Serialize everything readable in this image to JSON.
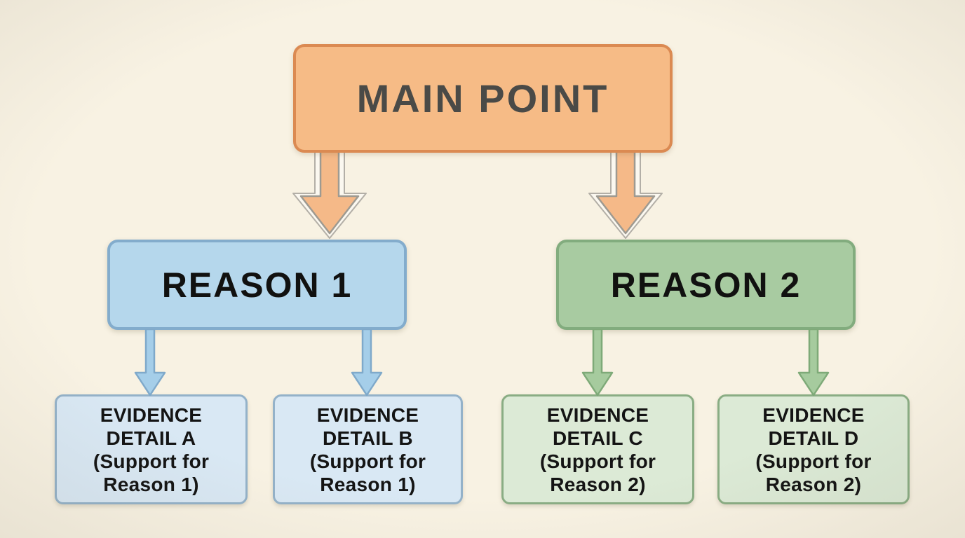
{
  "diagram": {
    "type": "argument-hierarchy",
    "main": {
      "label": "MAIN POINT"
    },
    "reasons": [
      {
        "id": "reason-1",
        "label": "REASON 1"
      },
      {
        "id": "reason-2",
        "label": "REASON 2"
      }
    ],
    "evidence": [
      {
        "id": "evidence-a",
        "title": "EVIDENCE DETAIL A",
        "support": "(Support for Reason 1)"
      },
      {
        "id": "evidence-b",
        "title": "EVIDENCE DETAIL B",
        "support": "(Support for Reason 1)"
      },
      {
        "id": "evidence-c",
        "title": "EVIDENCE DETAIL C",
        "support": "(Support for Reason 2)"
      },
      {
        "id": "evidence-d",
        "title": "EVIDENCE DETAIL D",
        "support": "(Support for Reason 2)"
      }
    ],
    "connectors": [
      {
        "icon": "down-arrow",
        "from": "MAIN POINT",
        "to": "REASON 1",
        "color": "#f5b988"
      },
      {
        "icon": "down-arrow",
        "from": "MAIN POINT",
        "to": "REASON 2",
        "color": "#f5b988"
      },
      {
        "icon": "down-arrow",
        "from": "REASON 1",
        "to": "EVIDENCE DETAIL A",
        "color": "#a5cee9"
      },
      {
        "icon": "down-arrow",
        "from": "REASON 1",
        "to": "EVIDENCE DETAIL B",
        "color": "#a5cee9"
      },
      {
        "icon": "down-arrow",
        "from": "REASON 2",
        "to": "EVIDENCE DETAIL C",
        "color": "#a6cb9e"
      },
      {
        "icon": "down-arrow",
        "from": "REASON 2",
        "to": "EVIDENCE DETAIL D",
        "color": "#a6cb9e"
      }
    ],
    "colors": {
      "background": "#f8f2e3",
      "main_fill": "#f6bb86",
      "main_border": "#db8a52",
      "main_text": "#4a4a47",
      "reason1_fill": "#b5d7ec",
      "reason1_border": "#83accc",
      "reason2_fill": "#a8cba1",
      "reason2_border": "#82ac7e",
      "evidence_blue_fill": "#d9e8f4",
      "evidence_blue_border": "#94b2c9",
      "evidence_green_fill": "#dcead6",
      "evidence_green_border": "#8aad84",
      "arrow_orange_fill": "#f5b988",
      "arrow_blue_fill": "#a5cee9",
      "arrow_green_fill": "#a6cb9e",
      "body_text": "#141414"
    }
  }
}
